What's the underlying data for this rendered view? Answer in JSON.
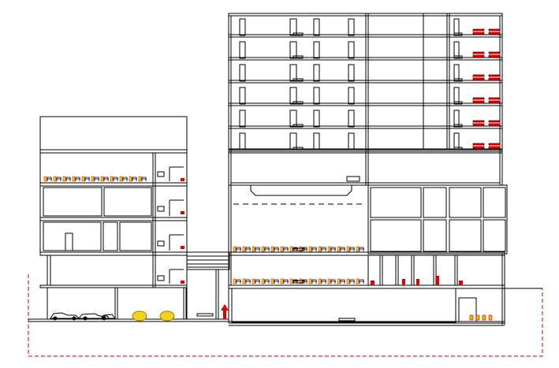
{
  "drawing": {
    "type": "building-cross-section",
    "colors": {
      "line": "#000000",
      "accent_red": "#e00000",
      "accent_yellow": "#f2d21a",
      "boundary_dash": "#cc0000",
      "background": "#ffffff"
    },
    "left_block": {
      "floors": 4
    },
    "tower": {
      "floors_above_podium": 6,
      "podium_levels": 3
    },
    "annotations": []
  }
}
